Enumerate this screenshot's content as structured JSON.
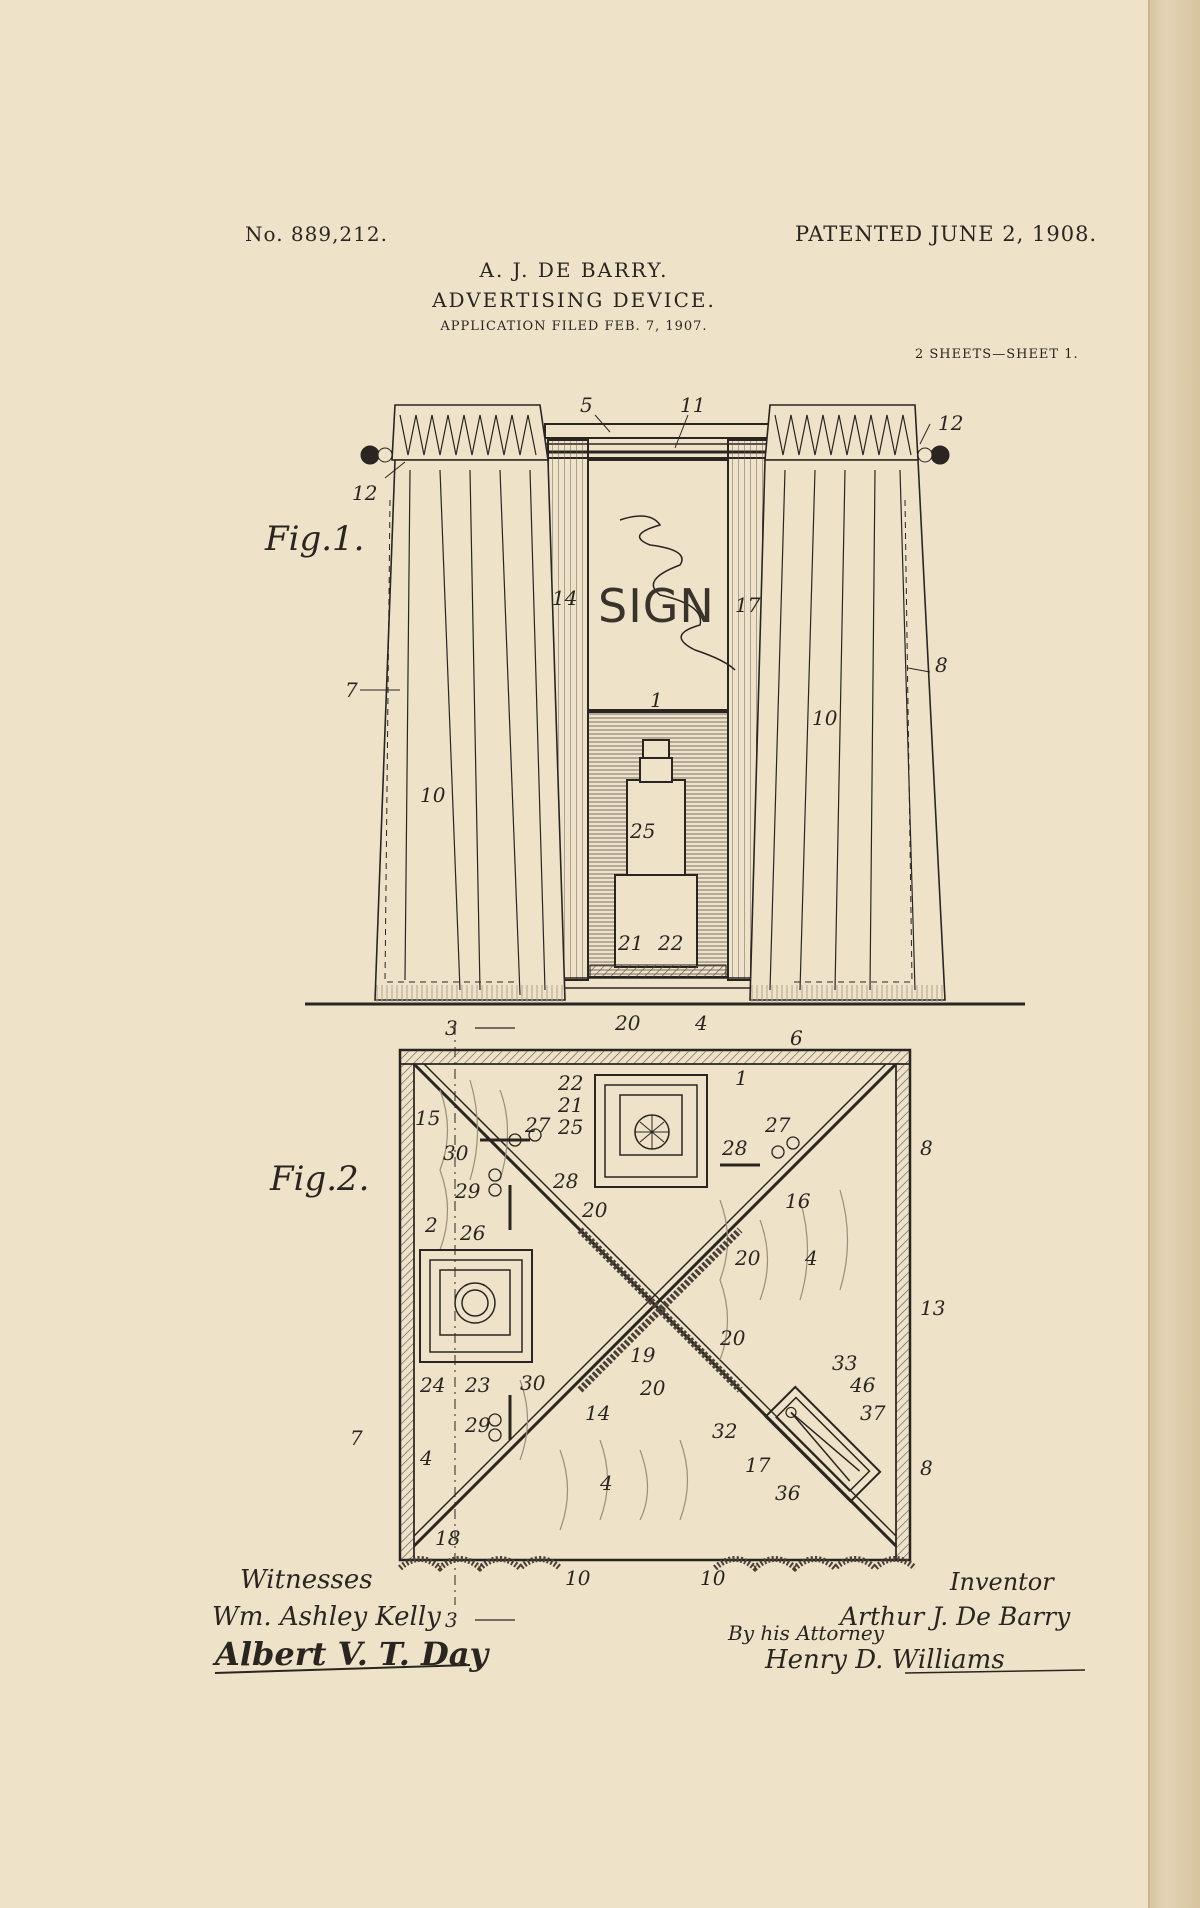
{
  "header": {
    "patent_number": "No. 889,212.",
    "patented_date": "PATENTED JUNE 2, 1908.",
    "inventor": "A. J. DE BARRY.",
    "title": "ADVERTISING DEVICE.",
    "application": "APPLICATION FILED FEB. 7, 1907.",
    "sheets": "2 SHEETS—SHEET 1."
  },
  "fig1": {
    "label": "Fig.1.",
    "sign_text": "SIGN",
    "refs": {
      "r5": "5",
      "r11": "11",
      "r12a": "12",
      "r12b": "12",
      "r14": "14",
      "r17": "17",
      "r8": "8",
      "r7": "7",
      "r10a": "10",
      "r10b": "10",
      "r1": "1",
      "r25": "25",
      "r21": "21",
      "r22": "22",
      "r20": "20",
      "r4": "4",
      "r3": "3"
    }
  },
  "fig2": {
    "label": "Fig.2.",
    "refs": {
      "r6": "6",
      "r1": "1",
      "r22": "22",
      "r21": "21",
      "r25": "25",
      "r27a": "27",
      "r27b": "27",
      "r15": "15",
      "r30a": "30",
      "r29a": "29",
      "r28a": "28",
      "r28b": "28",
      "r8a": "8",
      "r16": "16",
      "r20a": "20",
      "r20b": "20",
      "r20c": "20",
      "r20d": "20",
      "r2": "2",
      "r26": "26",
      "r4a": "4",
      "r4b": "4",
      "r4c": "4",
      "r13": "13",
      "r19": "19",
      "r33": "33",
      "r46": "46",
      "r37": "37",
      "r24": "24",
      "r23": "23",
      "r30b": "30",
      "r7": "7",
      "r29b": "29",
      "r14": "14",
      "r32": "32",
      "r17": "17",
      "r8b": "8",
      "r36": "36",
      "r18": "18",
      "r10a": "10",
      "r10b": "10",
      "r3": "3"
    }
  },
  "signatures": {
    "witnesses_label": "Witnesses",
    "witness_1": "Wm. Ashley Kelly",
    "witness_2": "Albert V. T. Day",
    "inventor_label": "Inventor",
    "inventor_signature": "Arthur J. De Barry",
    "attorney_label": "By his Attorney",
    "attorney_signature": "Henry D. Williams"
  }
}
